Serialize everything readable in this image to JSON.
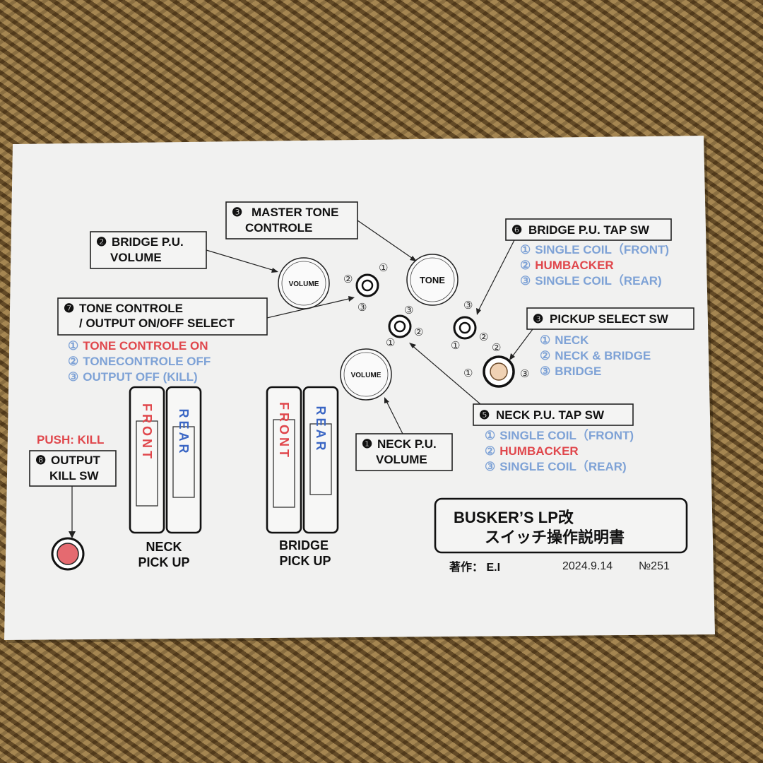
{
  "colors": {
    "red": "#e0474c",
    "blue": "#7ea2d6",
    "dark_blue": "#3a66c4",
    "text": "#111111"
  },
  "labels": {
    "master_tone": {
      "num": "❸",
      "l1": "MASTER TONE",
      "l2": "CONTROLE"
    },
    "bridge_volume": {
      "num": "❷",
      "l1": "BRIDGE P.U.",
      "l2": "VOLUME"
    },
    "bridge_tap": {
      "num": "❻",
      "title": "BRIDGE P.U. TAP SW",
      "opts": [
        {
          "n": "①",
          "t": "SINGLE COIL（FRONT)",
          "color": "blue"
        },
        {
          "n": "②",
          "t": "HUMBACKER",
          "color": "red"
        },
        {
          "n": "③",
          "t": "SINGLE COIL（REAR)",
          "color": "blue"
        }
      ]
    },
    "tone_output": {
      "num": "❼",
      "l1": "TONE CONTROLE",
      "l2": "/ OUTPUT ON/OFF SELECT",
      "opts": [
        {
          "n": "①",
          "t": "TONE CONTROLE ON",
          "color": "red"
        },
        {
          "n": "②",
          "t": "TONECONTROLE OFF",
          "color": "blue"
        },
        {
          "n": "③",
          "t": "OUTPUT OFF (KILL)",
          "color": "blue"
        }
      ]
    },
    "pickup_select": {
      "num": "❸",
      "title": "PICKUP SELECT SW",
      "opts": [
        {
          "n": "①",
          "t": "NECK",
          "color": "blue"
        },
        {
          "n": "②",
          "t": "NECK & BRIDGE",
          "color": "blue"
        },
        {
          "n": "③",
          "t": "BRIDGE",
          "color": "blue"
        }
      ]
    },
    "neck_tap": {
      "num": "❺",
      "title": "NECK P.U. TAP SW",
      "opts": [
        {
          "n": "①",
          "t": "SINGLE COIL（FRONT)",
          "color": "blue"
        },
        {
          "n": "②",
          "t": "HUMBACKER",
          "color": "red"
        },
        {
          "n": "③",
          "t": "SINGLE COIL（REAR)",
          "color": "blue"
        }
      ]
    },
    "neck_volume": {
      "num": "❶",
      "l1": "NECK P.U.",
      "l2": "VOLUME"
    },
    "kill": {
      "push": "PUSH: KILL",
      "num": "❽",
      "l1": "OUTPUT",
      "l2": "KILL SW"
    }
  },
  "knobs": {
    "volume": "VOLUME",
    "tone": "TONE"
  },
  "switch_marks": {
    "one": "①",
    "two": "②",
    "three": "③"
  },
  "pickups": {
    "front": "FRONT",
    "rear": "REAR",
    "neck": {
      "l1": "NECK",
      "l2": "PICK UP"
    },
    "bridge": {
      "l1": "BRIDGE",
      "l2": "PICK UP"
    }
  },
  "title_box": {
    "l1": "BUSKER’S  LP改",
    "l2": "スイッチ操作説明書"
  },
  "footer": {
    "author": "著作： E.I",
    "date": "2024.9.14",
    "no": "№251"
  }
}
